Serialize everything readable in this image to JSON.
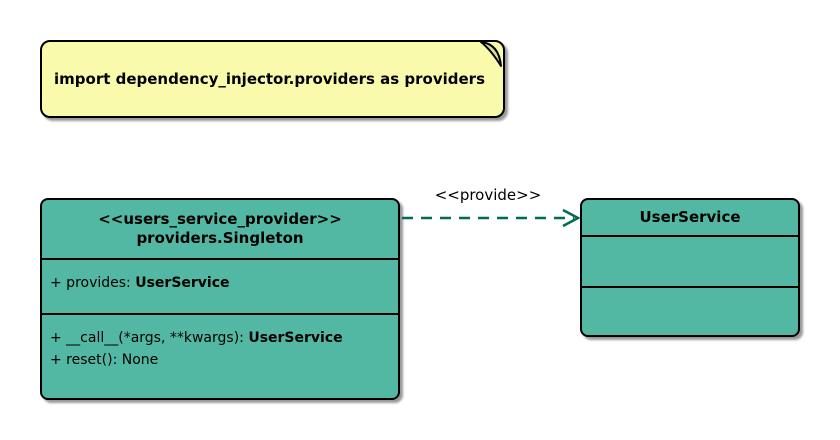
{
  "colors": {
    "class_fill": "#53B8A3",
    "note_fill": "#FAFAAD",
    "note_fold_fill": "#DCDC96",
    "arrow": "#006B52",
    "border": "#000000",
    "background": "#FFFFFF"
  },
  "note": {
    "text": "import dependency_injector.providers as providers"
  },
  "provider_class": {
    "stereotype": "<<users_service_provider>>",
    "name": "providers.Singleton",
    "attribute_prefix": "+ provides: ",
    "attribute_type": "UserService",
    "method1_prefix": "+ __call__(*args, **kwargs): ",
    "method1_type": "UserService",
    "method2": "+ reset(): None"
  },
  "relation": {
    "label": "<<provide>>"
  },
  "service_class": {
    "name": "UserService"
  }
}
